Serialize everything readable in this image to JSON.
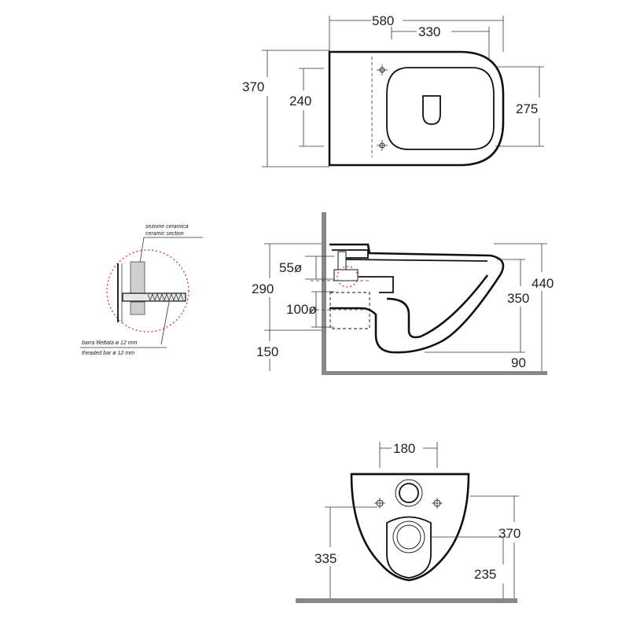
{
  "top_view": {
    "width_total": "580",
    "width_inner": "330",
    "depth_total": "370",
    "depth_holes": "240",
    "depth_seat": "275"
  },
  "side_view": {
    "drain_diameter": "55ø",
    "drain_height": "290",
    "inlet_diameter": "100ø",
    "floor_clearance": "150",
    "overall_height": "440",
    "rim_height": "350",
    "rim_offset": "90"
  },
  "section_detail": {
    "label_it": "sezione ceramica",
    "label_en": "ceramic section",
    "bar_it": "barra filettata ø 12 mm",
    "bar_en": "theaded bar ø 12 mm"
  },
  "front_view": {
    "bolt_spacing": "180",
    "height_total": "370",
    "height_left": "335",
    "height_inner": "235"
  }
}
